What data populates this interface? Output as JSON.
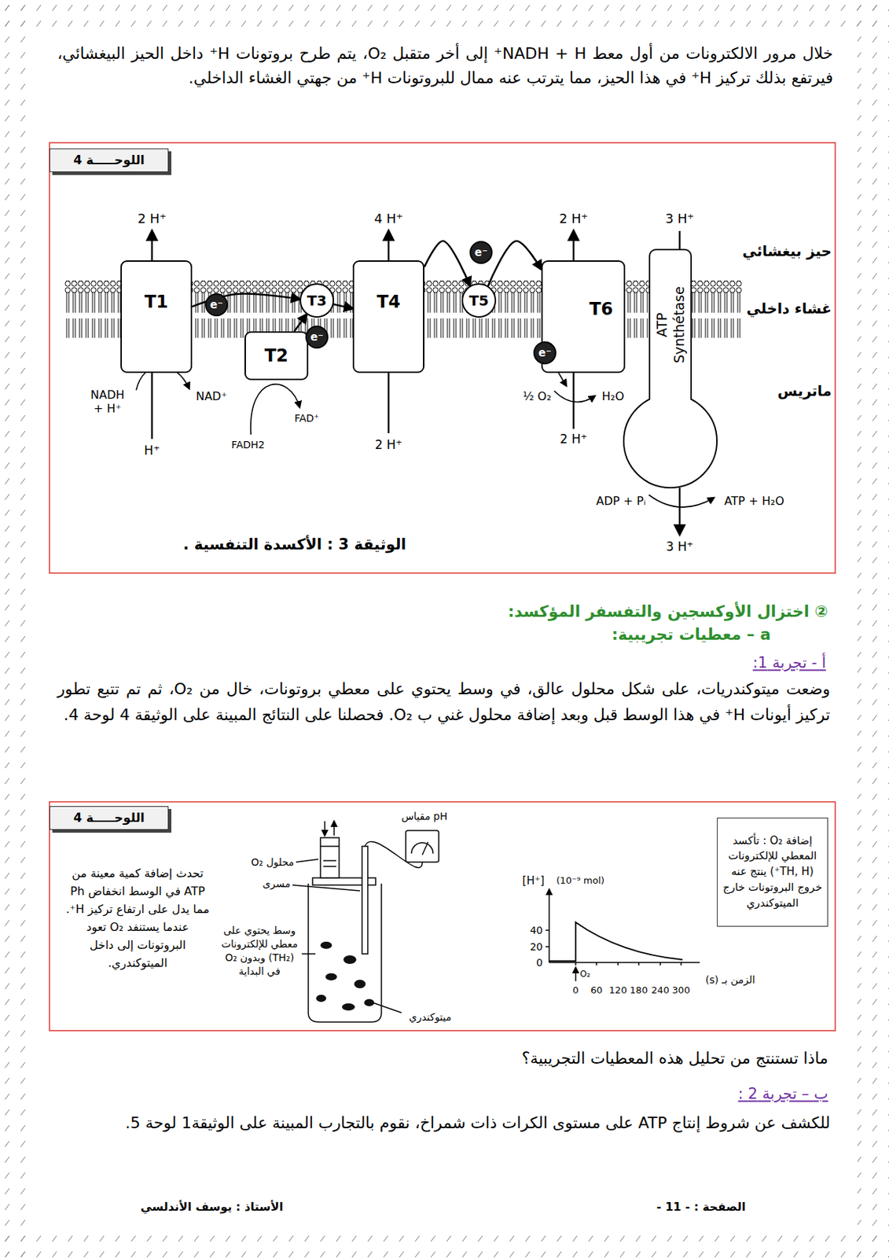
{
  "diagram": {
    "caption": "الوثيقة 3 : الأكسدة التنفسية .",
    "nodes": [
      {
        "text": [
          "اللوحـــــة 4"
        ]
      },
      {
        "text": [
          "T1"
        ]
      },
      {
        "text": [
          "T2"
        ]
      },
      {
        "text": [
          "T3"
        ]
      },
      {
        "text": [
          "T4"
        ]
      },
      {
        "text": [
          "T5"
        ]
      },
      {
        "text": [
          "T6"
        ]
      },
      {
        "text": [
          "ATP Synthétase"
        ]
      },
      {
        "text": [
          "e⁻"
        ]
      },
      {
        "text": [
          "e⁻"
        ]
      },
      {
        "text": [
          "e⁻"
        ]
      },
      {
        "text": [
          "e⁻"
        ]
      },
      {
        "text": [
          "اللوحـــــة 4"
        ]
      },
      {
        "text": [
          "إضافة O₂ : تأكسد المعطي للإلكترونات (TH, H⁺) ينتج عنه خروج البروتونات خارج الميتوكندري"
        ]
      }
    ],
    "edges": [
      {
        "from": 1,
        "to": 3,
        "arrow": "to"
      },
      {
        "from": 2,
        "to": 3,
        "arrow": "to"
      },
      {
        "from": 3,
        "to": 4,
        "arrow": "to"
      },
      {
        "from": 4,
        "to": 5,
        "arrow": "to"
      },
      {
        "from": 5,
        "to": 6,
        "arrow": "to"
      }
    ],
    "labels": [
      "خلال مرور الالكترونات من أول معط NADH + H⁺ إلى أخر متقبل O₂، يتم طرح بروتونات H⁺ داخل الحيز البيغشائي، فيرتفع بذلك تركيز H⁺ في هذا الحيز، مما يترتب عنه ممال للبروتونات H⁺ من جهتي الغشاء الداخلي.",
      "حيز بيغشائي",
      "غشاء داخلي",
      "ماتريس",
      "2 H⁺",
      "4 H⁺",
      "2 H⁺",
      "3 H⁺",
      "NADH + H⁺",
      "NAD⁺",
      "H⁺",
      "FADH2",
      "FAD⁺",
      "2 H⁺",
      "½ O₂",
      "H₂O",
      "2 H⁺",
      "ADP + Pᵢ",
      "ATP + H₂O",
      "3 H⁺",
      "② اختزال الأوكسجين والتفسفر المؤكسد:",
      "a –   معطيات تجريبية:",
      "أ - تجربة 1:",
      "وضعت ميتوكندريات، على شكل محلول عالق، في وسط يحتوي على معطي بروتونات، خال من O₂، ثم تم تتبع تطور تركيز أيونات H⁺ في هذا الوسط قبل وبعد إضافة محلول غني ب O₂. فحصلنا على النتائج المبينة على الوثيقة 4 لوحة 4.",
      "تحدث إضافة كمية معينة من ATP في الوسط انخفاض Ph مما يدل على ارتفاع تركيز H⁺. عندما يستنفد O₂ تعود البروتونات إلى داخل الميتوكندري.",
      "مقياس pH",
      "محلول O₂",
      "مسرى",
      "وسط يحتوي على معطي للإلكترونات (TH₂) وبدون O₂ في البداية",
      "ميتوكندري",
      "[H⁺]",
      "(10⁻⁹ mol)",
      "40",
      "20",
      "0",
      "O₂",
      "0",
      "60",
      "120",
      "180",
      "240",
      "300",
      "الزمن بـ (s)",
      "ماذا تستنتج من تحليل هذه المعطيات التجريبية؟",
      "ب – تجربة 2 :",
      "للكشف عن شروط إنتاج ATP على مستوى الكرات ذات شمراخ، نقوم بالتجارب المبينة على الوثيقة1 لوحة 5.",
      "الصفحة : - 11 -",
      "الأستاذ : يوسف الأندلسي"
    ]
  }
}
